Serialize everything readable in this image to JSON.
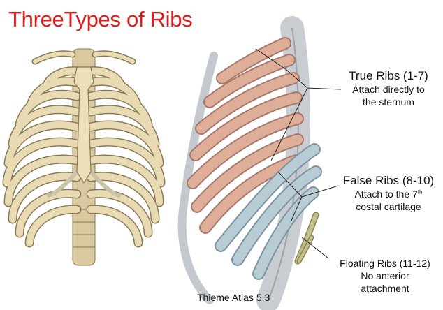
{
  "title": "ThreeTypes of Ribs",
  "colors": {
    "title": "#e01a1a",
    "true_ribs": "#dfae99",
    "false_ribs": "#b8ccd6",
    "floating_ribs": "#c7c08c",
    "bone": "#e8dbb4"
  },
  "labels": {
    "true_ribs": {
      "heading": "True Ribs (1-7)",
      "line1": "Attach directly to",
      "line2": "the  sternum"
    },
    "false_ribs": {
      "heading": "False Ribs (8-10)",
      "line1_prefix": "Attach to the 7",
      "line1_sup": "th",
      "line2": "costal cartilage"
    },
    "floating_ribs": {
      "heading": "Floating Ribs (11-12)",
      "line1": "No anterior",
      "line2": "attachment"
    }
  },
  "caption": "Thieme Atlas 5.3"
}
